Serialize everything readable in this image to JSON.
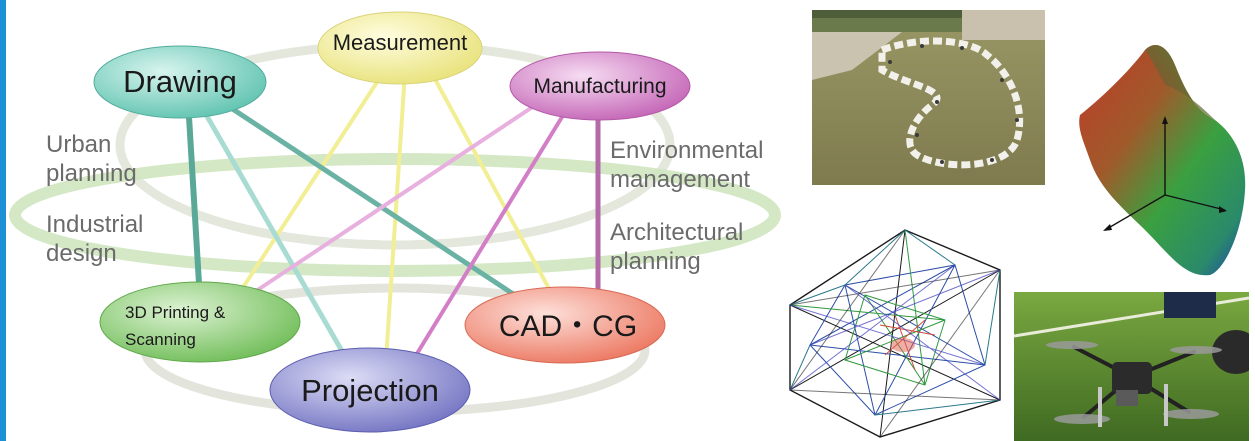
{
  "diagram": {
    "nodes": {
      "measurement": "Measurement",
      "drawing": "Drawing",
      "manufacturing": "Manufacturing",
      "printing_line1": "3D Printing &",
      "printing_line2": "Scanning",
      "cad": "CAD・CG",
      "projection": "Projection"
    },
    "side_labels": {
      "urban_line1": "Urban",
      "urban_line2": "planning",
      "industrial_line1": "Industrial",
      "industrial_line2": "design",
      "env_line1": "Environmental",
      "env_line2": "management",
      "arch_line1": "Architectural",
      "arch_line2": "planning"
    },
    "colors": {
      "measurement": "#f2ee94",
      "drawing": "#7fd3c3",
      "manufacturing": "#d37fc7",
      "printing": "#8fcf7a",
      "cad": "#f2907e",
      "projection": "#8e8fd0",
      "accent_bar": "#1e90d6"
    }
  },
  "photos": [
    {
      "name": "outdoor-drawing-class-photo"
    },
    {
      "name": "3d-surface-plot"
    },
    {
      "name": "wireframe-polytope"
    },
    {
      "name": "drone-photo"
    }
  ]
}
